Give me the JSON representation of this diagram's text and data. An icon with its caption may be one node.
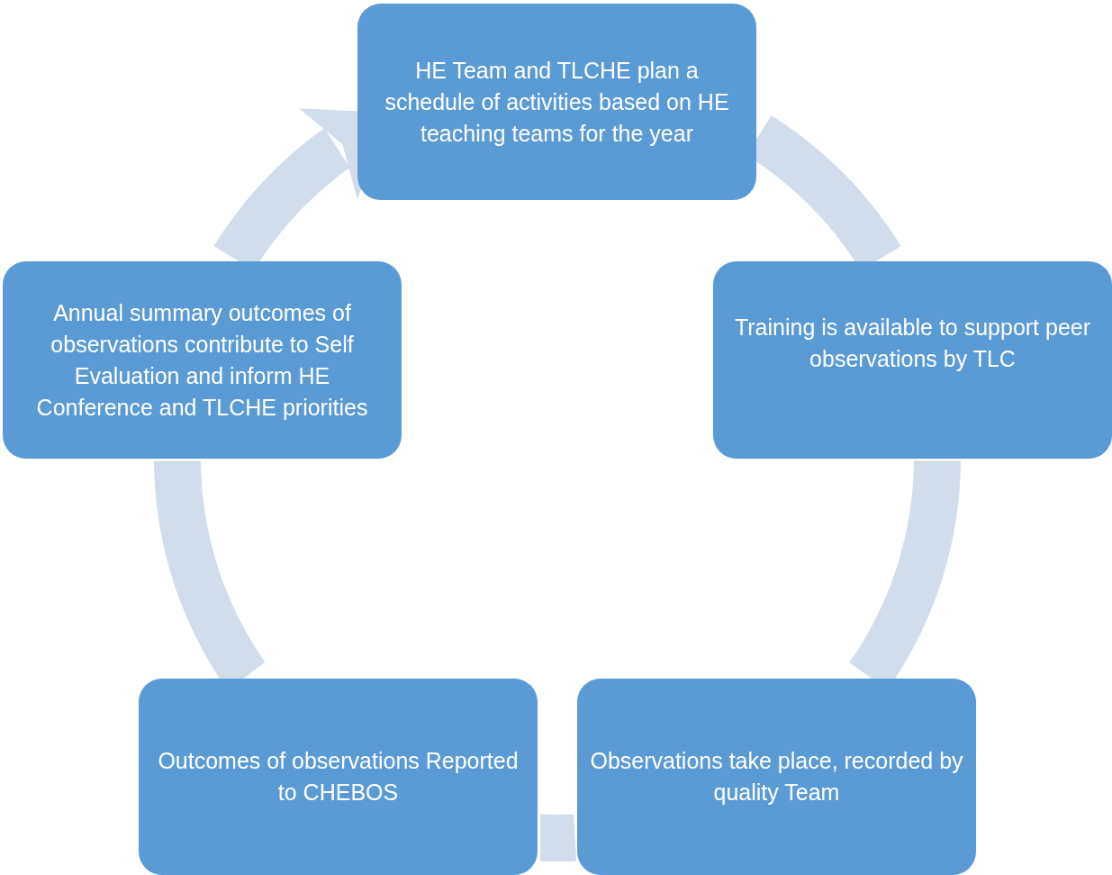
{
  "diagram": {
    "nodes": [
      {
        "text": [
          "HE Team and TLCHE plan a schedule of activities based on HE teaching teams for the year"
        ]
      },
      {
        "text": [
          "Training is available to support peer observations by TLC"
        ]
      },
      {
        "text": [
          "Observations take place, recorded by quality Team"
        ]
      },
      {
        "text": [
          "Outcomes of observations Reported to CHEBOS"
        ]
      },
      {
        "text": [
          "Annual summary outcomes of observations contribute to Self Evaluation and inform HE Conference and TLCHE priorities"
        ]
      }
    ],
    "edges": [
      {
        "from": 0,
        "to": 1,
        "arrow": "none"
      },
      {
        "from": 1,
        "to": 2,
        "arrow": "none"
      },
      {
        "from": 2,
        "to": 3,
        "arrow": "none"
      },
      {
        "from": 3,
        "to": 4,
        "arrow": "none"
      },
      {
        "from": 4,
        "to": 0,
        "arrow": "to"
      }
    ]
  }
}
